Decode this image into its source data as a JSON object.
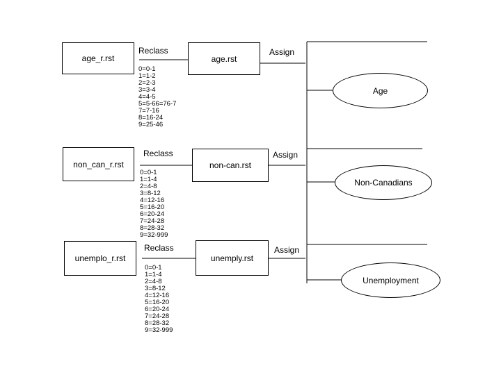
{
  "rows": [
    {
      "source": "age_r.rst",
      "reclass_label": "Reclass",
      "output": "age.rst",
      "assign_label": "Assign",
      "target": "Age",
      "rules": [
        "0=0-1",
        "1=1-2",
        "2=2-3",
        "3=3-4",
        "4=4-5",
        "5=5-66=76-7",
        "7=7-16",
        "8=16-24",
        "9=25-46"
      ]
    },
    {
      "source": "non_can_r.rst",
      "reclass_label": "Reclass",
      "output": "non-can.rst",
      "assign_label": "Assign",
      "target": "Non-Canadians",
      "rules": [
        "0=0-1",
        "1=1-4",
        "2=4-8",
        "3=8-12",
        "4=12-16",
        "5=16-20",
        "6=20-24",
        "7=24-28",
        "8=28-32",
        "9=32-999"
      ]
    },
    {
      "source": "unemplo_r.rst",
      "reclass_label": "Reclass",
      "output": "unemply.rst",
      "assign_label": "Assign",
      "target": "Unemployment",
      "rules": [
        "0=0-1",
        "1=1-4",
        "2=4-8",
        "3=8-12",
        "4=12-16",
        "5=16-20",
        "6=20-24",
        "7=24-28",
        "8=28-32",
        "9=32-999"
      ]
    }
  ]
}
